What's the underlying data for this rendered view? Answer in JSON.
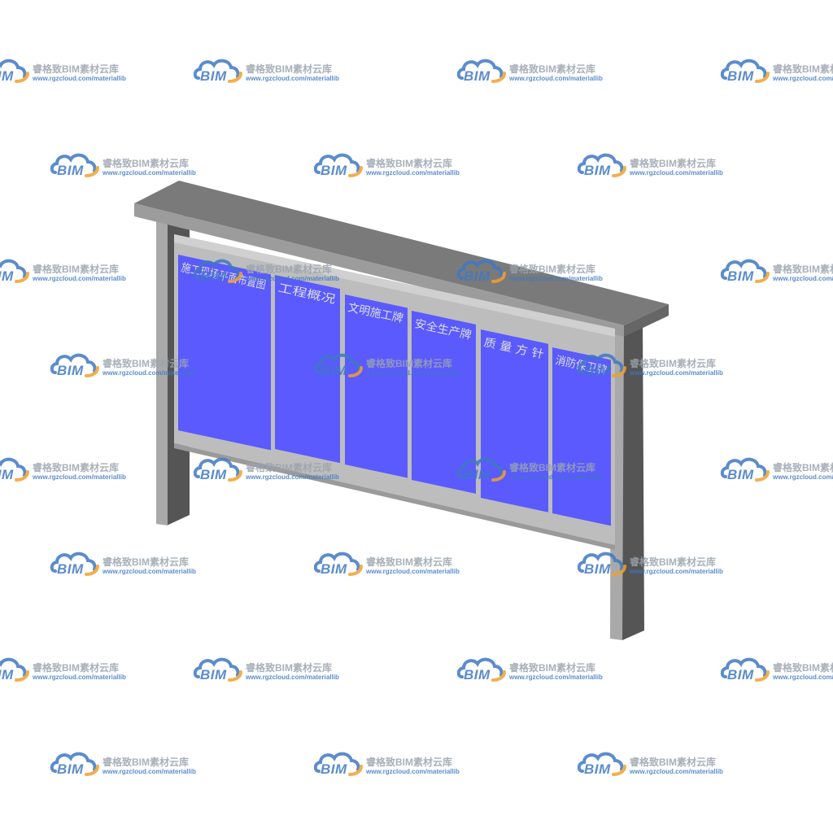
{
  "board": {
    "panels": [
      {
        "label": "施工现场平面布置图"
      },
      {
        "label": "工程概况"
      },
      {
        "label": "文明施工牌"
      },
      {
        "label": "安全生产牌"
      },
      {
        "label": "质 量 方 针"
      },
      {
        "label": "消防保卫牌"
      }
    ]
  },
  "watermark": {
    "logo_text": "BIM",
    "brand_text": "睿格致BIM素材云库",
    "url_text": "www.rgzcloud.com/materiallib"
  },
  "colors": {
    "panel_fill": "#5a5aff",
    "frame_fill": "#bdbdbd",
    "post_front": "#a9a9a9",
    "post_side": "#555555",
    "roof_top": "#7a7a7a",
    "roof_front": "#9c9c9c",
    "watermark_blue": "#3f78c4",
    "watermark_orange": "#f0a030"
  }
}
